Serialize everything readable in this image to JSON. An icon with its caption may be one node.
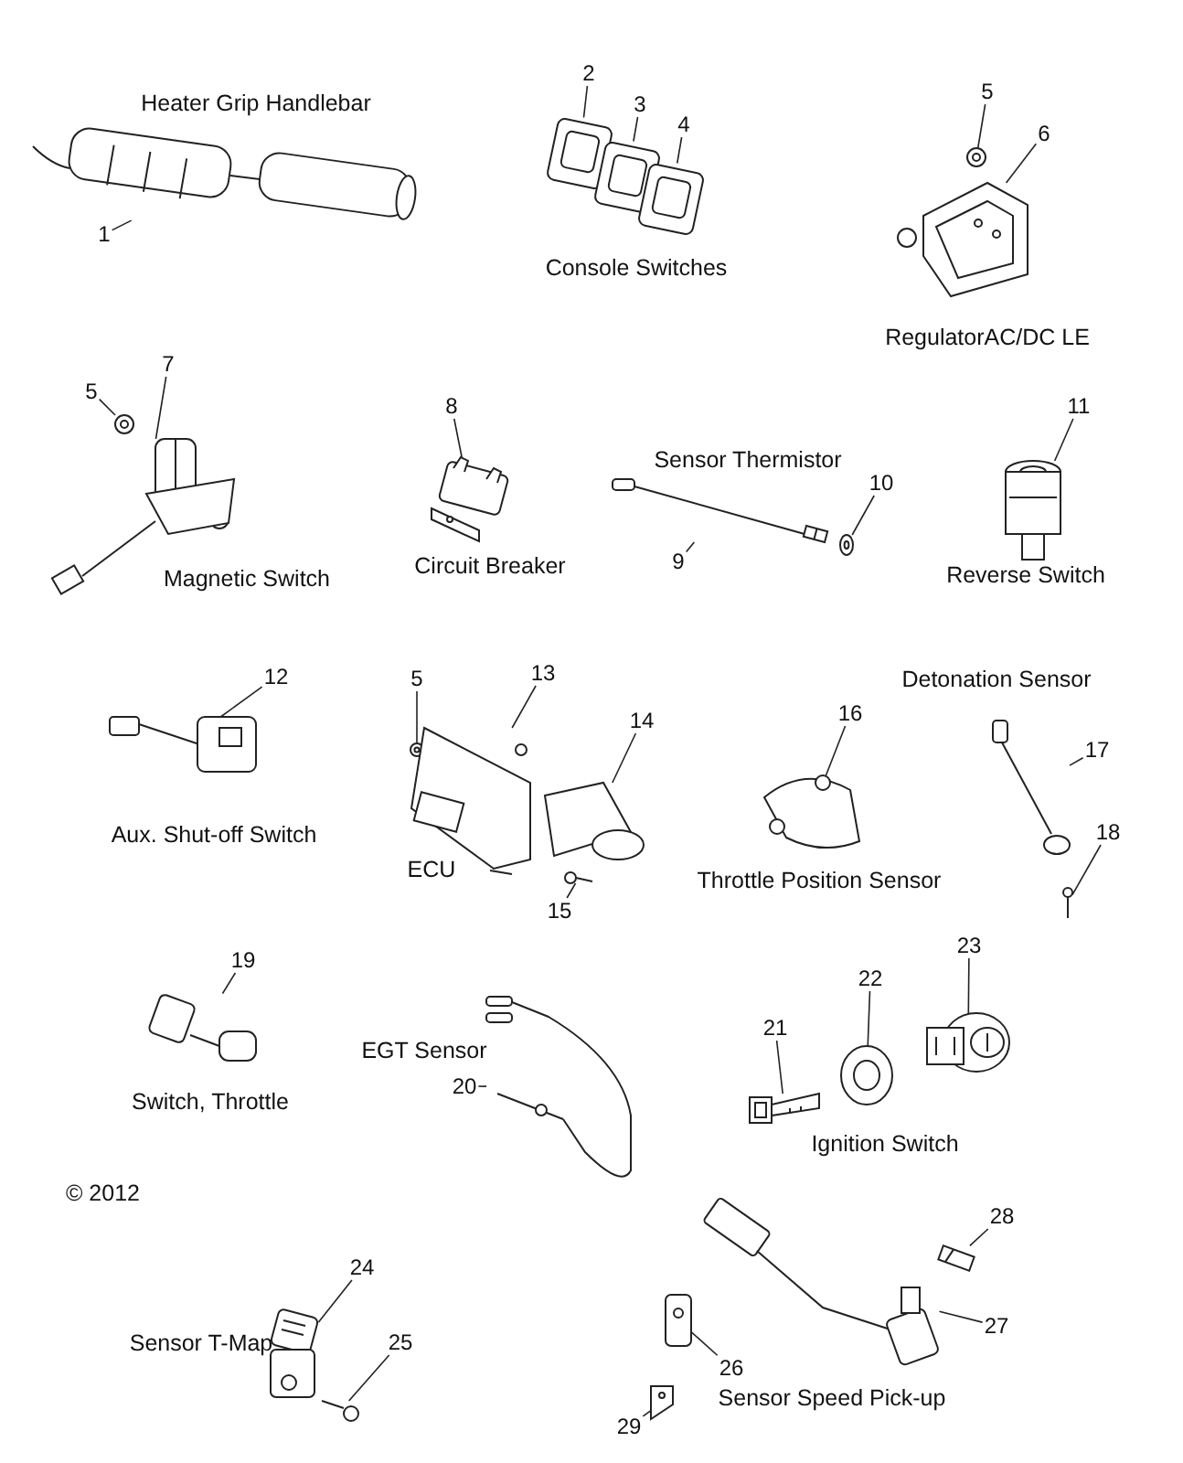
{
  "diagram": {
    "nodes": [
      {
        "text": [
          "1"
        ]
      },
      {
        "text": [
          "2"
        ]
      },
      {
        "text": [
          "3"
        ]
      },
      {
        "text": [
          "4"
        ]
      },
      {
        "text": [
          "5"
        ]
      },
      {
        "text": [
          "6"
        ]
      },
      {
        "text": [
          "7"
        ]
      },
      {
        "text": [
          "5"
        ]
      },
      {
        "text": [
          "8"
        ]
      },
      {
        "text": [
          "9"
        ]
      },
      {
        "text": [
          "10"
        ]
      },
      {
        "text": [
          "11"
        ]
      },
      {
        "text": [
          "12"
        ]
      },
      {
        "text": [
          "5"
        ]
      },
      {
        "text": [
          "13"
        ]
      },
      {
        "text": [
          "14"
        ]
      },
      {
        "text": [
          "15"
        ]
      },
      {
        "text": [
          "16"
        ]
      },
      {
        "text": [
          "17"
        ]
      },
      {
        "text": [
          "18"
        ]
      },
      {
        "text": [
          "19"
        ]
      },
      {
        "text": [
          "20"
        ]
      },
      {
        "text": [
          "21"
        ]
      },
      {
        "text": [
          "22"
        ]
      },
      {
        "text": [
          "23"
        ]
      },
      {
        "text": [
          "24"
        ]
      },
      {
        "text": [
          "25"
        ]
      },
      {
        "text": [
          "26"
        ]
      },
      {
        "text": [
          "27"
        ]
      },
      {
        "text": [
          "28"
        ]
      },
      {
        "text": [
          "29"
        ]
      },
      {
        "text": [],
        "shape": "picture"
      },
      {
        "text": [],
        "shape": "picture"
      },
      {
        "text": [],
        "shape": "picture"
      },
      {
        "text": [],
        "shape": "picture"
      },
      {
        "text": [],
        "shape": "picture"
      },
      {
        "text": [],
        "shape": "picture"
      },
      {
        "text": [],
        "shape": "picture"
      },
      {
        "text": [],
        "shape": "picture"
      },
      {
        "text": [],
        "shape": "picture"
      },
      {
        "text": [],
        "shape": "picture"
      },
      {
        "text": [],
        "shape": "picture"
      },
      {
        "text": [],
        "shape": "picture"
      },
      {
        "text": [],
        "shape": "picture"
      },
      {
        "text": [],
        "shape": "picture"
      },
      {
        "text": [],
        "shape": "picture"
      },
      {
        "text": [],
        "shape": "picture"
      },
      {
        "text": [],
        "shape": "picture"
      },
      {
        "text": [],
        "shape": "picture"
      },
      {
        "text": [],
        "shape": "picture"
      },
      {
        "text": [],
        "shape": "picture"
      },
      {
        "text": [],
        "shape": "picture"
      },
      {
        "text": [],
        "shape": "picture"
      },
      {
        "text": [],
        "shape": "picture"
      },
      {
        "text": [],
        "shape": "picture"
      },
      {
        "text": [],
        "shape": "picture"
      },
      {
        "text": [],
        "shape": "picture"
      },
      {
        "text": [],
        "shape": "picture"
      },
      {
        "text": [],
        "shape": "picture"
      },
      {
        "text": [],
        "shape": "picture"
      },
      {
        "text": [],
        "shape": "picture"
      },
      {
        "text": [],
        "shape": "picture"
      }
    ],
    "edges": [
      {
        "from": 0,
        "to": 31,
        "arrow": "none"
      },
      {
        "from": 1,
        "to": 32,
        "arrow": "none"
      },
      {
        "from": 2,
        "to": 33,
        "arrow": "none"
      },
      {
        "from": 3,
        "to": 34,
        "arrow": "none"
      },
      {
        "from": 4,
        "to": 35,
        "arrow": "none"
      },
      {
        "from": 5,
        "to": 36,
        "arrow": "none"
      },
      {
        "from": 6,
        "to": 37,
        "arrow": "none"
      },
      {
        "from": 7,
        "to": 38,
        "arrow": "none"
      },
      {
        "from": 8,
        "to": 39,
        "arrow": "none"
      },
      {
        "from": 9,
        "to": 40,
        "arrow": "none"
      },
      {
        "from": 10,
        "to": 41,
        "arrow": "none"
      },
      {
        "from": 11,
        "to": 42,
        "arrow": "none"
      },
      {
        "from": 12,
        "to": 43,
        "arrow": "none"
      },
      {
        "from": 13,
        "to": 44,
        "arrow": "none"
      },
      {
        "from": 14,
        "to": 45,
        "arrow": "none"
      },
      {
        "from": 15,
        "to": 46,
        "arrow": "none"
      },
      {
        "from": 16,
        "to": 47,
        "arrow": "none"
      },
      {
        "from": 17,
        "to": 48,
        "arrow": "none"
      },
      {
        "from": 18,
        "to": 49,
        "arrow": "none"
      },
      {
        "from": 19,
        "to": 50,
        "arrow": "none"
      },
      {
        "from": 20,
        "to": 51,
        "arrow": "none"
      },
      {
        "from": 21,
        "to": 52,
        "arrow": "none"
      },
      {
        "from": 22,
        "to": 53,
        "arrow": "none"
      },
      {
        "from": 23,
        "to": 54,
        "arrow": "none"
      },
      {
        "from": 24,
        "to": 55,
        "arrow": "none"
      },
      {
        "from": 25,
        "to": 56,
        "arrow": "none"
      },
      {
        "from": 26,
        "to": 57,
        "arrow": "none"
      },
      {
        "from": 27,
        "to": 58,
        "arrow": "none"
      },
      {
        "from": 28,
        "to": 59,
        "arrow": "none"
      },
      {
        "from": 29,
        "to": 60,
        "arrow": "none"
      },
      {
        "from": 30,
        "to": 61,
        "arrow": "none"
      }
    ],
    "labels": [
      "Heater Grip Handlebar",
      "Console Switches",
      "RegulatorAC/DC LE",
      "Sensor Thermistor",
      "Circuit Breaker",
      "Reverse Switch",
      "Magnetic Switch",
      "Detonation Sensor",
      "Aux. Shut-off Switch",
      "ECU",
      "Throttle Position Sensor",
      "EGT Sensor",
      "Switch, Throttle",
      "Ignition Switch",
      "© 2012",
      "Sensor T-Map",
      "Sensor Speed Pick-up"
    ]
  }
}
